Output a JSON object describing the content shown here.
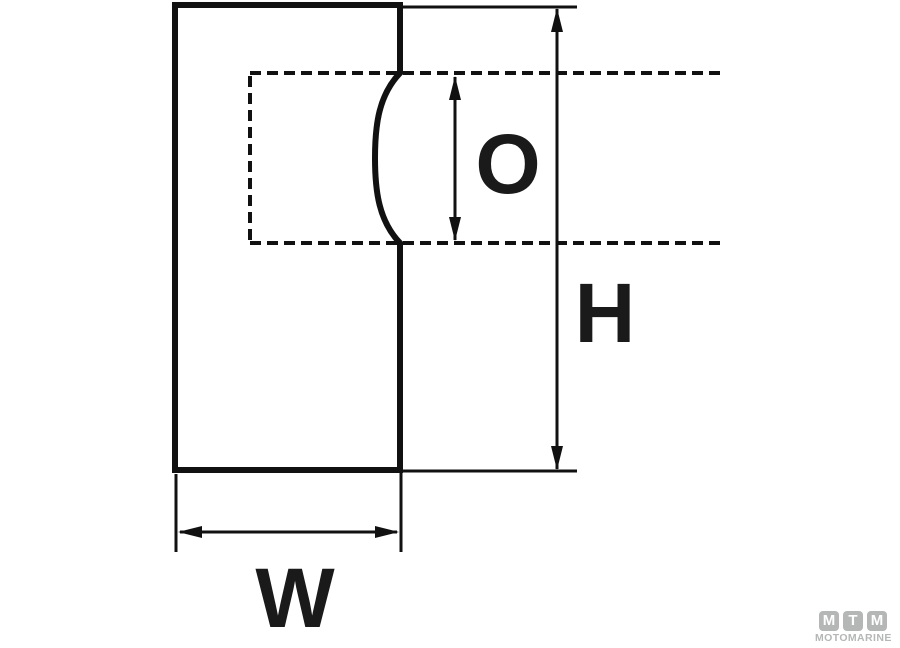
{
  "diagram": {
    "labels": {
      "opening": "O",
      "height": "H",
      "width": "W"
    }
  },
  "watermark": {
    "tiles": [
      "M",
      "T",
      "M"
    ],
    "brand": "MOTOMARINE"
  },
  "colors": {
    "line": "#111111",
    "label": "#1a1a1a",
    "watermark_gray": "#b4b7b6",
    "background": "#ffffff"
  }
}
